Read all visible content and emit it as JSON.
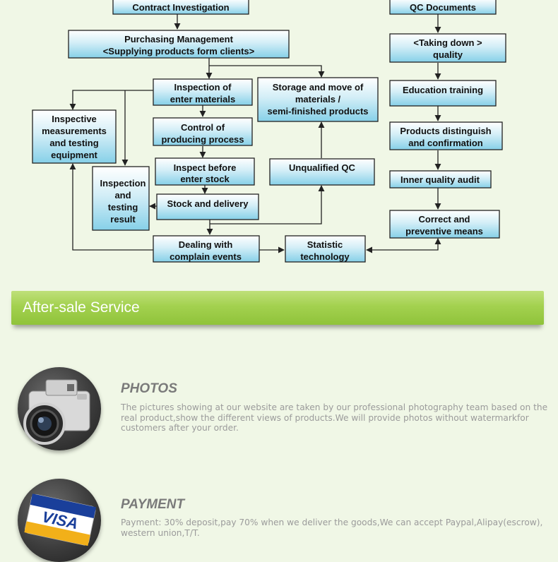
{
  "flowchart": {
    "nodes": {
      "contract": [
        "Contract Investigation"
      ],
      "purchasing": [
        "Purchasing Management",
        "<Supplying products form clients>"
      ],
      "inspection_enter": [
        "Inspection of",
        "enter materials"
      ],
      "storage": [
        "Storage and move of",
        "materials /",
        "semi-finished products"
      ],
      "inspective_measure": [
        "Inspective",
        "measurements",
        "and testing",
        "equipment"
      ],
      "control": [
        "Control of",
        "producing process"
      ],
      "inspect_before": [
        "Inspect before",
        "enter stock"
      ],
      "unqualified": [
        "Unqualified QC"
      ],
      "inspection_result": [
        "Inspection",
        "and",
        "testing",
        "result"
      ],
      "stock_delivery": [
        "Stock and delivery"
      ],
      "dealing": [
        "Dealing with",
        "complain events"
      ],
      "statistic": [
        "Statistic",
        "technology"
      ],
      "qc_documents": [
        "QC Documents"
      ],
      "taking_down": [
        "<Taking down >",
        "quality"
      ],
      "education": [
        "Education training"
      ],
      "products_distinguish": [
        "Products distinguish",
        "and confirmation"
      ],
      "inner_audit": [
        "Inner quality audit"
      ],
      "correct": [
        "Correct and",
        "preventive means"
      ]
    }
  },
  "banner": {
    "title": "After-sale Service"
  },
  "services": [
    {
      "title": "PHOTOS",
      "icon": "camera-icon",
      "text": "The pictures showing at our website are taken by our professional photography team based on the real product,show the different views of products.We will provide photos without watermarkfor customers after your order."
    },
    {
      "title": "PAYMENT",
      "icon": "visa-card-icon",
      "text": "Payment: 30% deposit,pay 70% when we deliver the goods,We can accept Paypal,Alipay(escrow), western union,T/T.",
      "card_label": "VISA"
    }
  ],
  "colors": {
    "background": "#f0f7e6",
    "box_top": "#ffffff",
    "box_bottom": "#86d0e8",
    "banner": "#a3d14f"
  }
}
